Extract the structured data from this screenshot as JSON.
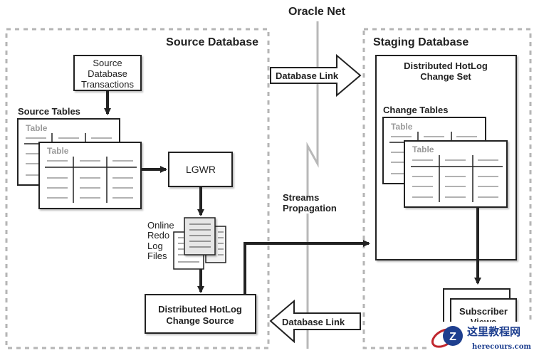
{
  "diagram": {
    "title": "Oracle Net",
    "source_database": {
      "label": "Source Database",
      "transactions_box": [
        "Source",
        "Database",
        "Transactions"
      ],
      "source_tables_label": "Source Tables",
      "table_label": "Table",
      "lgwr_label": "LGWR",
      "redo_logs_label": [
        "Online",
        "Redo",
        "Log",
        "Files"
      ],
      "change_source_label": [
        "Distributed HotLog",
        "Change Source"
      ]
    },
    "network": {
      "database_link_out": "Database Link",
      "streams_propagation": [
        "Streams",
        "Propagation"
      ],
      "database_link_in": "Database Link"
    },
    "staging_database": {
      "label": "Staging Database",
      "change_set_label": [
        "Distributed HotLog",
        "Change Set"
      ],
      "change_tables_label": "Change Tables",
      "table_label": "Table",
      "subscriber_views_label": [
        "Subscriber",
        "Views"
      ]
    },
    "watermark": {
      "title": "这里教程网",
      "url": "herecours.com"
    }
  },
  "colors": {
    "dashed_border": "#b5b5b5",
    "net_line": "#b8b8b8",
    "stroke": "#222222",
    "table_label": "#9a9a9a",
    "watermark_blue": "#1e3f8f",
    "watermark_red": "#c0262d"
  }
}
